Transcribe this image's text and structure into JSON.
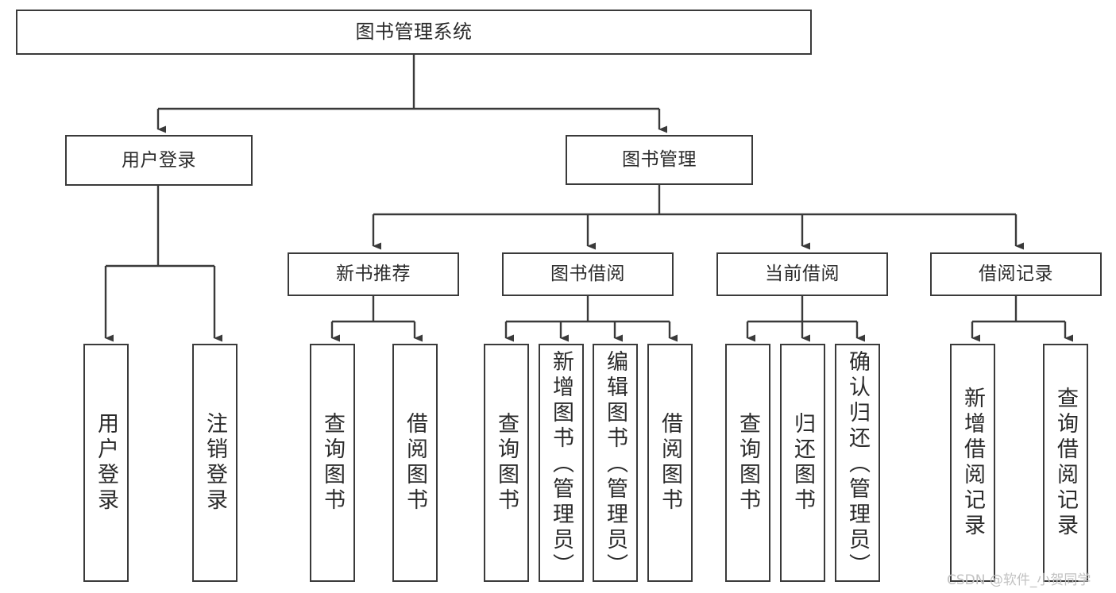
{
  "diagram": {
    "title": "图书管理系统",
    "type": "tree",
    "orientation": "top-down",
    "colors": {
      "box_border": "#3a3a3a",
      "box_fill": "#ffffff",
      "edge": "#3a3a3a",
      "text": "#2b2b2b",
      "watermark": "#c2c2c2",
      "background": "#ffffff"
    },
    "nodes": {
      "root": {
        "label": "图书管理系统"
      },
      "level2": [
        {
          "id": "user-login",
          "label": "用户登录"
        },
        {
          "id": "book-manage",
          "label": "图书管理"
        }
      ],
      "level3": [
        {
          "id": "new-book-rec",
          "label": "新书推荐"
        },
        {
          "id": "book-borrow",
          "label": "图书借阅"
        },
        {
          "id": "current-borrow",
          "label": "当前借阅"
        },
        {
          "id": "borrow-record",
          "label": "借阅记录"
        }
      ],
      "leaves": {
        "user_login": [
          {
            "id": "leaf-user-login",
            "label": "用户登录"
          },
          {
            "id": "leaf-logout",
            "label": "注销登录"
          }
        ],
        "new_book_rec": [
          {
            "id": "leaf-query-book-1",
            "label": "查询图书"
          },
          {
            "id": "leaf-borrow-book-1",
            "label": "借阅图书"
          }
        ],
        "book_borrow": [
          {
            "id": "leaf-query-book-2",
            "label": "查询图书"
          },
          {
            "id": "leaf-add-book",
            "label": "新增图书（管理员）"
          },
          {
            "id": "leaf-edit-book",
            "label": "编辑图书（管理员）"
          },
          {
            "id": "leaf-borrow-book-2",
            "label": "借阅图书"
          }
        ],
        "current_borrow": [
          {
            "id": "leaf-query-book-3",
            "label": "查询图书"
          },
          {
            "id": "leaf-return-book",
            "label": "归还图书"
          },
          {
            "id": "leaf-confirm-return",
            "label": "确认归还（管理员）"
          }
        ],
        "borrow_record": [
          {
            "id": "leaf-add-record",
            "label": "新增借阅记录"
          },
          {
            "id": "leaf-query-record",
            "label": "查询借阅记录"
          }
        ]
      }
    }
  },
  "watermark": {
    "text": "CSDN @软件_小贺同学"
  }
}
